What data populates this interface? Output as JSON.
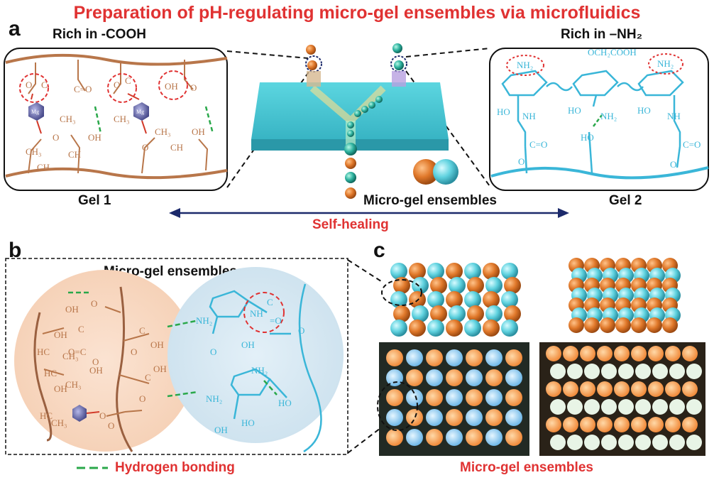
{
  "title": "Preparation of pH-regulating micro-gel ensembles via microfluidics",
  "panel_a": {
    "letter": "a",
    "left_heading": "Rich in -COOH",
    "right_heading": "Rich in –NH₂",
    "gel1_label": "Gel 1",
    "gel2_label": "Gel 2",
    "center_label": "Micro-gel ensembles",
    "arrow_label": "Self-healing",
    "gel1_groups": {
      "cooh": "C=O",
      "oh": "OH",
      "ch3": "CH₃",
      "ch": "CH",
      "mg": "Mg²⁺",
      "o": "O"
    },
    "gel2_groups": {
      "nh2": "NH₂",
      "nh": "NH",
      "ho": "HO",
      "och2cooh": "OCH₂COOH",
      "co": "C=O",
      "o": "O"
    }
  },
  "panel_b": {
    "letter": "b",
    "heading": "Micro-gel ensembles",
    "legend_label": "Hydrogen bonding"
  },
  "panel_c": {
    "letter": "c",
    "caption": "Micro-gel ensembles"
  },
  "colors": {
    "title_red": "#e03232",
    "gel1_brown": "#b8764a",
    "gel2_blue": "#3ab6d8",
    "orange_bead": "#e0782a",
    "cyan_bead": "#5fd2df",
    "hbond_green": "#2aa84a",
    "arrow_navy": "#1c2a6b"
  },
  "icons": [
    "mg-ion-icon",
    "dashed-circle-icon",
    "double-arrow-icon"
  ]
}
